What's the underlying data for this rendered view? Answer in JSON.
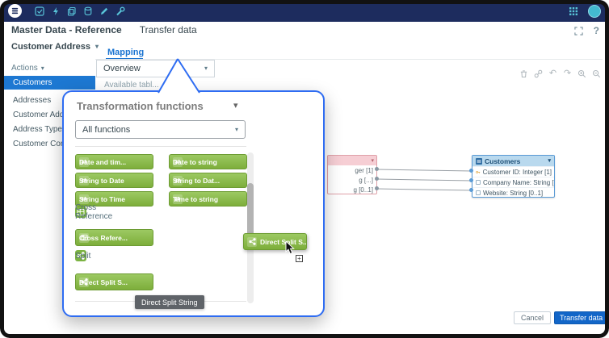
{
  "glyphs": {
    "caret_down": "▾",
    "question_mark": "?",
    "swap": "⇄",
    "plus": "+",
    "undo": "↶",
    "redo": "↷"
  },
  "header": {
    "breadcrumb": "Master Data - Reference",
    "title": "Transfer data"
  },
  "toolbar": {
    "entity_selector": "Customer Address",
    "actions_label": "Actions",
    "mapping_tab": "Mapping",
    "view_selector": "Overview",
    "available_tables_label": "Available tabl..."
  },
  "sidebar": {
    "items": [
      {
        "label": "Customers",
        "selected": true
      },
      {
        "label": "Addresses",
        "selected": false
      },
      {
        "label": "Customer Addr...",
        "selected": false
      },
      {
        "label": "Address Types",
        "selected": false
      },
      {
        "label": "Customer Cont...",
        "selected": false
      }
    ]
  },
  "popup": {
    "title": "Transformation functions",
    "filter_value": "All functions",
    "function_buttons": [
      {
        "label": "Date and tim..."
      },
      {
        "label": "Date to string"
      },
      {
        "label": "String to Date"
      },
      {
        "label": "String to Dat..."
      },
      {
        "label": "String to Time"
      },
      {
        "label": "Time to string"
      }
    ],
    "sections": [
      {
        "title": "Cross Reference",
        "button": "Cross Refere..."
      },
      {
        "title": "Split",
        "button": "Direct Split S..."
      }
    ],
    "tooltip": "Direct Split String"
  },
  "drag_ghost": {
    "label": "Direct Split S..."
  },
  "canvas": {
    "source_box": {
      "rows": [
        {
          "label": "ger [1]"
        },
        {
          "label": "g [...]"
        },
        {
          "label": "g [0..1]"
        }
      ]
    },
    "customers_box": {
      "title": "Customers",
      "rows": [
        {
          "label": "Customer ID: Integer [1]"
        },
        {
          "label": "Company Name: String [...]"
        },
        {
          "label": "Website: String [0..1]"
        }
      ]
    }
  },
  "footer": {
    "cancel_label": "Cancel",
    "submit_label": "Transfer data"
  }
}
